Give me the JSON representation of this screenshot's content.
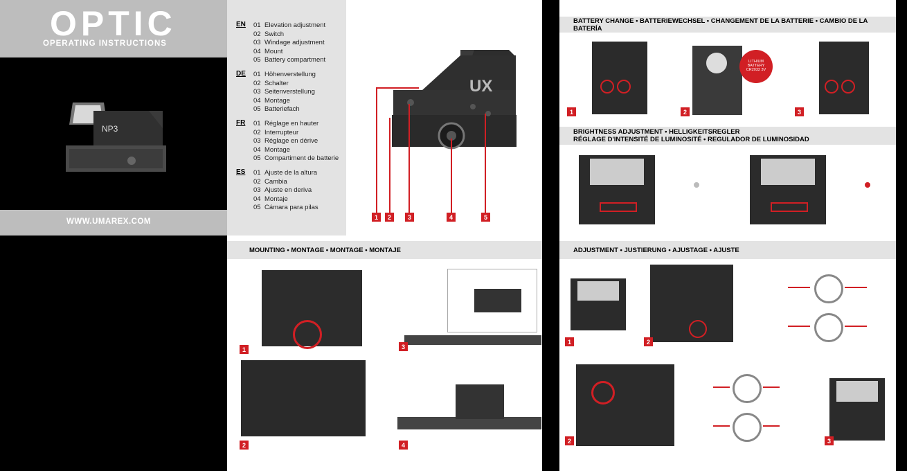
{
  "cover": {
    "title": "OPTIC",
    "subtitle": "OPERATING INSTRUCTIONS",
    "device_label": "NP3",
    "website": "WWW.UMAREX.COM"
  },
  "parts": [
    {
      "code": "EN",
      "items": [
        {
          "num": "01",
          "label": "Elevation adjustment"
        },
        {
          "num": "02",
          "label": "Switch"
        },
        {
          "num": "03",
          "label": "Windage  adjustment"
        },
        {
          "num": "04",
          "label": "Mount"
        },
        {
          "num": "05",
          "label": "Battery compartment"
        }
      ]
    },
    {
      "code": "DE",
      "items": [
        {
          "num": "01",
          "label": "Höhenverstellung"
        },
        {
          "num": "02",
          "label": "Schalter"
        },
        {
          "num": "03",
          "label": "Seitenverstellung"
        },
        {
          "num": "04",
          "label": "Montage"
        },
        {
          "num": "05",
          "label": "Batteriefach"
        }
      ]
    },
    {
      "code": "FR",
      "items": [
        {
          "num": "01",
          "label": "Réglage en hauter"
        },
        {
          "num": "02",
          "label": "Interrupteur"
        },
        {
          "num": "03",
          "label": "Réglage en dérive"
        },
        {
          "num": "04",
          "label": "Montage"
        },
        {
          "num": "05",
          "label": "Compartiment de batterie"
        }
      ]
    },
    {
      "code": "ES",
      "items": [
        {
          "num": "01",
          "label": "Ajuste de la altura"
        },
        {
          "num": "02",
          "label": "Cambia"
        },
        {
          "num": "03",
          "label": "Ajuste en deriva"
        },
        {
          "num": "04",
          "label": "Montaje"
        },
        {
          "num": "05",
          "label": "Cámara para pilas"
        }
      ]
    }
  ],
  "diagram": {
    "brand": "UX",
    "callouts": [
      "1",
      "2",
      "3",
      "4",
      "5"
    ]
  },
  "sections": {
    "battery": {
      "title": "BATTERY CHANGE  •  BATTERIEWECHSEL  •  CHANGEMENT DE LA BATTERIE  •  CAMBIO DE LA BATERÍA",
      "battery_text": "LITHIUM BATTERY CR2032 3V",
      "steps": [
        "1",
        "2",
        "3"
      ]
    },
    "brightness": {
      "title_line1": "BRIGHTNESS ADJUSTMENT  •   HELLIGKEITSREGLER",
      "title_line2": "RÉGLAGE D'INTENSITÉ DE LUMINOSITÉ  •  REGULADOR DE LUMINOSIDAD"
    },
    "mounting": {
      "title": "MOUNTING • MONTAGE • MONTAGE • MONTAJE",
      "steps": [
        "1",
        "2",
        "3",
        "4"
      ]
    },
    "adjustment": {
      "title": "ADJUSTMENT  •  JUSTIERUNG  •  AJUSTAGE  •  AJUSTE",
      "steps": [
        "1",
        "2",
        "2",
        "3"
      ]
    }
  },
  "colors": {
    "accent": "#d11f24",
    "panel": "#bdbdbd",
    "header": "#e3e3e3"
  }
}
